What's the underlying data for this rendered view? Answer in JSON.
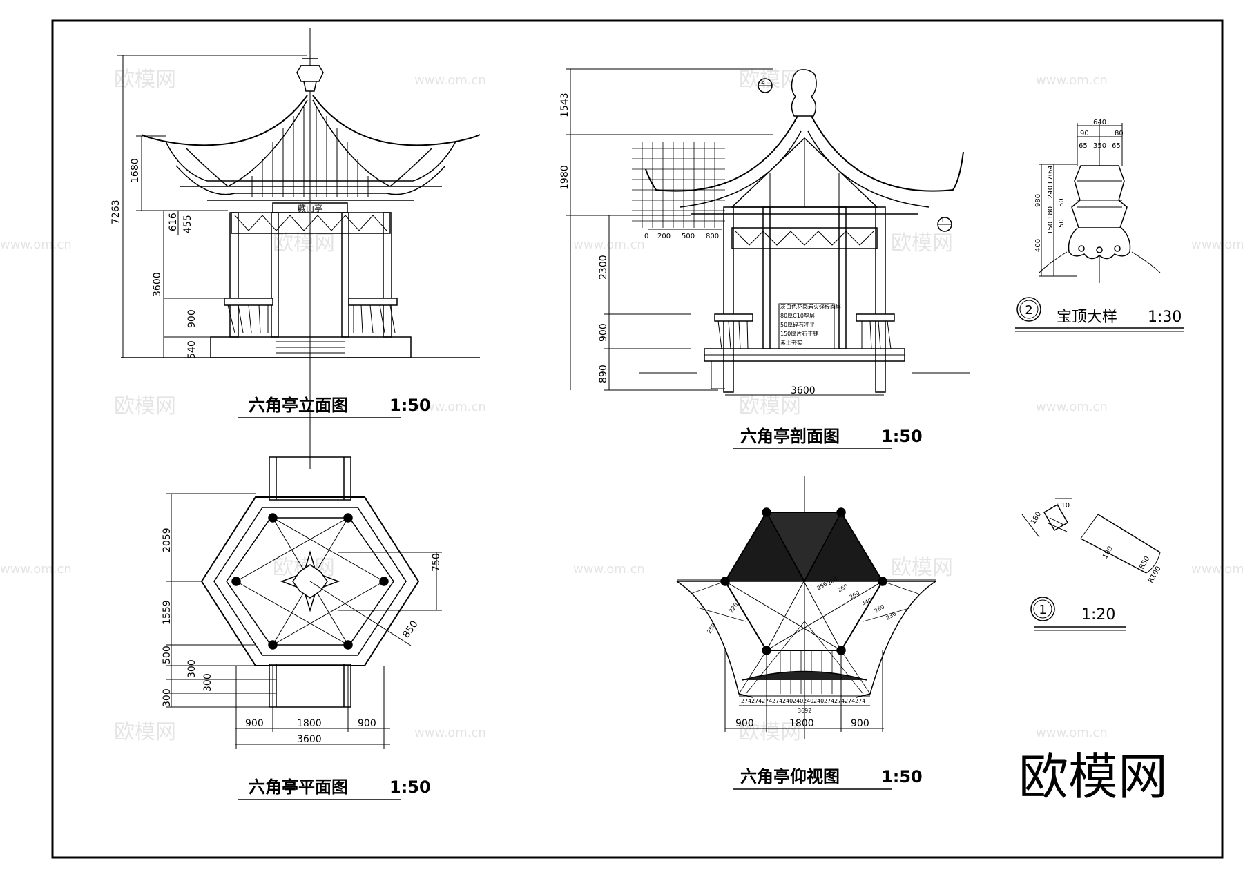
{
  "watermark_text": "欧模网",
  "watermark_url": "www.om.cn",
  "brand_logo": "欧模网",
  "views": {
    "elevation": {
      "title": "六角亭立面图",
      "scale": "1:50",
      "plaque": "藏山亭",
      "dims": [
        "7263",
        "1680",
        "616",
        "455",
        "3600",
        "900",
        "540"
      ]
    },
    "section": {
      "title": "六角亭剖面图",
      "scale": "1:50",
      "dims": [
        "1543",
        "1980",
        "2300",
        "900",
        "890",
        "3600"
      ],
      "scale_bar": [
        "0",
        "200",
        "500",
        "800"
      ],
      "markers": [
        "1",
        "2"
      ],
      "notes": [
        "灰白色花岗岩火烧板面层",
        "80厚C10垫层",
        "50厚碎石冲平",
        "150厚片石干铺",
        "素土夯实"
      ]
    },
    "plan": {
      "title": "六角亭平面图",
      "scale": "1:50",
      "dims_left": [
        "2059",
        "1559",
        "500",
        "300",
        "300",
        "300"
      ],
      "dims_bottom": [
        "900",
        "1800",
        "900",
        "3600"
      ],
      "dims_other": [
        "750",
        "850"
      ]
    },
    "ceiling": {
      "title": "六角亭仰视图",
      "scale": "1:50",
      "dims_bottom": [
        "900",
        "1800",
        "900"
      ],
      "rafter_labels": [
        "256",
        "260",
        "260",
        "260",
        "440",
        "260",
        "236",
        "226",
        "256"
      ],
      "rafter_spacing": [
        "274",
        "274",
        "274",
        "274",
        "240",
        "240",
        "240",
        "240",
        "274",
        "274",
        "274",
        "274"
      ],
      "overall": "3692"
    },
    "finial": {
      "marker": "2",
      "title": "宝顶大样",
      "scale": "1:30",
      "dims_top": [
        "640",
        "90",
        "80",
        "65",
        "350",
        "65"
      ],
      "dims_side": [
        "980",
        "64",
        "170",
        "240",
        "50",
        "180",
        "50",
        "150",
        "400"
      ]
    },
    "detail1": {
      "marker": "1",
      "scale": "1:20",
      "dims": [
        "180",
        "110",
        "180",
        "R50",
        "R100"
      ]
    }
  }
}
